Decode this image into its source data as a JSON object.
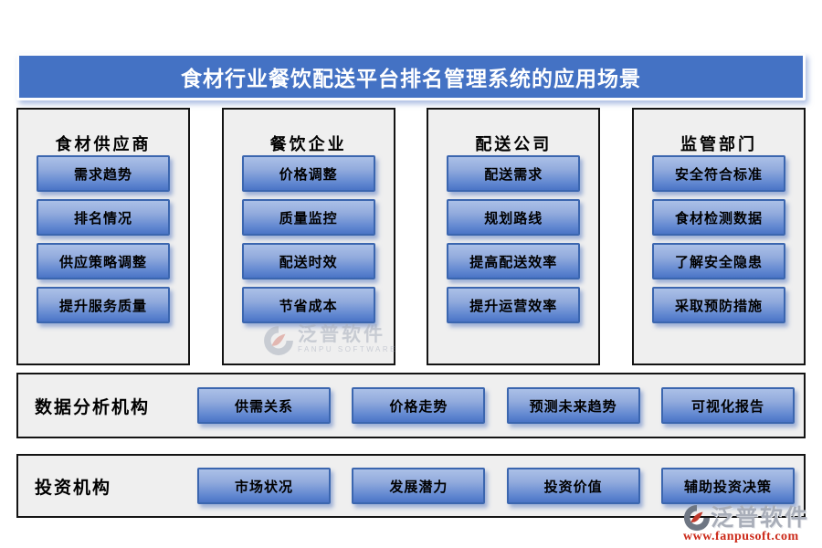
{
  "title": "食材行业餐饮配送平台排名管理系统的应用场景",
  "columns": [
    {
      "header": "食材供应商",
      "buttons": [
        "需求趋势",
        "排名情况",
        "供应策略调整",
        "提升服务质量"
      ]
    },
    {
      "header": "餐饮企业",
      "buttons": [
        "价格调整",
        "质量监控",
        "配送时效",
        "节省成本"
      ]
    },
    {
      "header": "配送公司",
      "buttons": [
        "配送需求",
        "规划路线",
        "提高配送效率",
        "提升运营效率"
      ]
    },
    {
      "header": "监管部门",
      "buttons": [
        "安全符合标准",
        "食材检测数据",
        "了解安全隐患",
        "采取预防措施"
      ]
    }
  ],
  "rows": [
    {
      "label": "数据分析机构",
      "buttons": [
        "供需关系",
        "价格走势",
        "预测未来趋势",
        "可视化报告"
      ]
    },
    {
      "label": "投资机构",
      "buttons": [
        "市场状况",
        "发展潜力",
        "投资价值",
        "辅助投资决策"
      ]
    }
  ],
  "watermark_center": {
    "brand": "泛普软件",
    "subtitle": "FANPU SOFTWARE"
  },
  "watermark_corner": {
    "brand": "泛普软件",
    "url": "www.fanpusoft.com"
  },
  "colors": {
    "accent_blue": "#4472C4",
    "button_gradient_top": "#ABC0E7",
    "button_gradient_bottom": "#4A74C6",
    "button_border": "#3B66AF",
    "panel_background": "#EFEFEF",
    "panel_border": "#141414",
    "watermark_grey": "#A9AEB9",
    "watermark_red": "#CC2A1A"
  }
}
